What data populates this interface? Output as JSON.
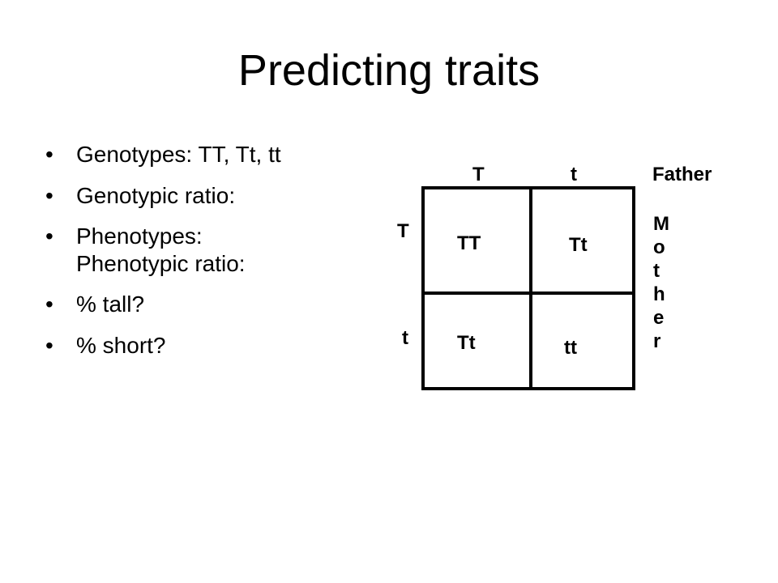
{
  "title": "Predicting traits",
  "bullets": [
    {
      "lines": [
        "Genotypes: TT, Tt, tt"
      ]
    },
    {
      "lines": [
        "Genotypic ratio:"
      ]
    },
    {
      "lines": [
        "Phenotypes:",
        "Phenotypic ratio:"
      ]
    },
    {
      "lines": [
        "% tall?"
      ]
    },
    {
      "lines": [
        "% short?"
      ]
    }
  ],
  "bullet_symbol": "•",
  "punnett": {
    "father_alleles": [
      "T",
      "t"
    ],
    "father_label": "Father",
    "mother_alleles": [
      "T",
      "t"
    ],
    "mother_label_letters": [
      "M",
      "o",
      "t",
      "h",
      "e",
      "r"
    ],
    "cells": [
      [
        "TT",
        "Tt"
      ],
      [
        "Tt",
        "tt"
      ]
    ]
  }
}
